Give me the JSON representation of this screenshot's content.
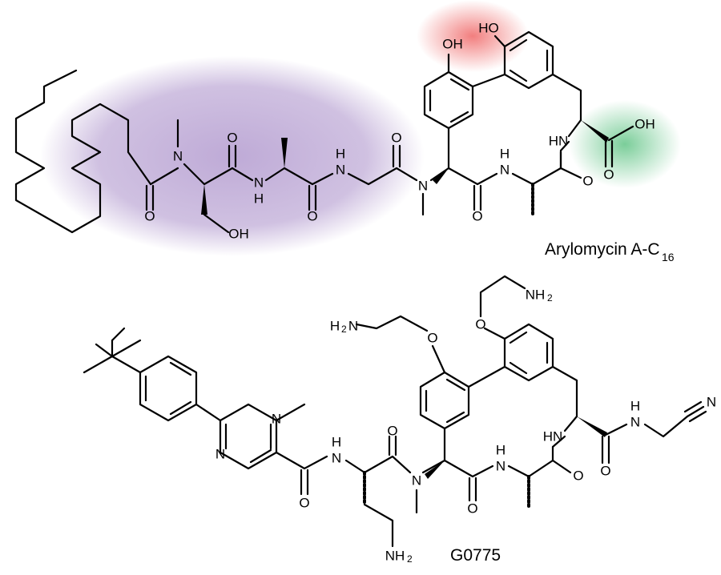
{
  "title_top": "Arylomycin A-C",
  "title_top_sub": "16",
  "title_bottom": "G0775",
  "highlight_colors": {
    "lipopeptide": "#a98ec9",
    "phenol": "#f07070",
    "acid": "#6cc88e"
  },
  "atoms": {
    "oh_ser": "OH",
    "o1": "O",
    "n_me1": "N",
    "o2": "O",
    "nh1": "N",
    "h1": "H",
    "o3": "O",
    "nh2": "N",
    "h2": "H",
    "o4": "O",
    "n_me2": "N",
    "o5": "O",
    "nh3": "N",
    "h3": "H",
    "o6": "O",
    "hn4": "HN",
    "ho_a": "OH",
    "ho_b": "HO",
    "o_acid": "O",
    "oh_acid": "OH",
    "b_n1": "N",
    "b_n2": "N",
    "b_o1": "O",
    "b_nh1": "N",
    "b_h1": "H",
    "b_nh2_lys": "NH",
    "b_o2": "O",
    "b_n_me": "N",
    "b_o3": "O",
    "b_nh3": "N",
    "b_h3": "H",
    "b_o4": "O",
    "b_hn": "HN",
    "b_o5": "O",
    "b_nh4": "N",
    "b_h4": "H",
    "b_n_nitrile": "N",
    "b_oa": "O",
    "b_ob": "O",
    "b_h2n": "H",
    "b_h2n_n": "N",
    "b_nh2_top": "NH",
    "two": "2"
  }
}
